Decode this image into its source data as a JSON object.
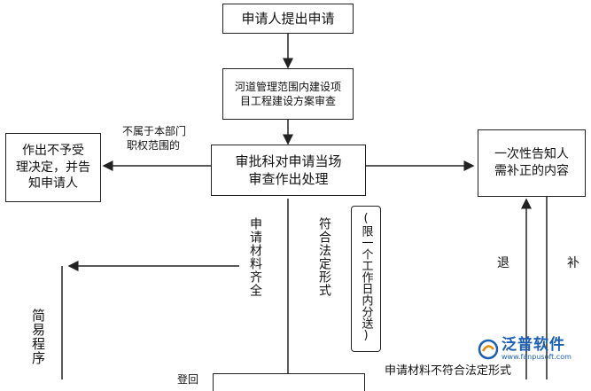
{
  "nodes": {
    "apply": "申请人提出申请",
    "review_line1": "河道管理范围内建设项",
    "review_line2": "目工程建设方案审查",
    "process_line1": "审批科对申请当场",
    "process_line2": "审查作出处理",
    "reject_line1": "作出不予受",
    "reject_line2": "理决定，并告",
    "reject_line3": "知申请人",
    "notify_line1": "一次性告知人",
    "notify_line2": "需补正的内容"
  },
  "labels": {
    "not_dept_line1": "不属于本部门",
    "not_dept_line2": "职权范围的",
    "complete": "申请材料齐全",
    "formal": "符合法定形式",
    "within_day": "(限一个工作日内分送)",
    "simple": "简易程序",
    "back": "退",
    "supplement": "补",
    "not_formal": "申请材料不符合法定形式",
    "partial": "登回"
  },
  "logo": {
    "brand": "泛普软件",
    "url": "www.fanpusoft.com",
    "color": "#1a5fb4"
  }
}
